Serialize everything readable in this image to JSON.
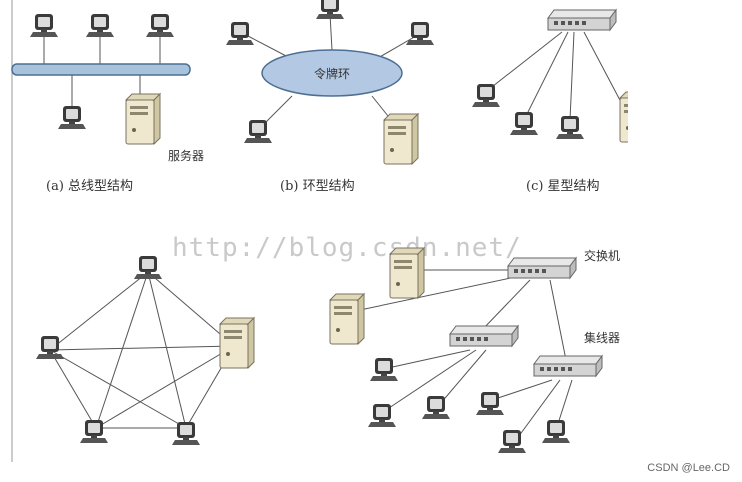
{
  "diagrams": {
    "bus": {
      "caption": "(a) 总线型结构",
      "server_label": "服务器"
    },
    "ring": {
      "caption": "(b) 环型结构",
      "ring_label": "令牌环"
    },
    "star": {
      "caption": "(c) 星型结构"
    },
    "tree": {
      "switch_label": "交换机",
      "hub_label": "集线器"
    }
  },
  "watermark": "http://blog.csdn.net/",
  "credit": "CSDN @Lee.CD",
  "icons": [
    "computer-icon",
    "server-icon",
    "switch-icon",
    "hub-icon"
  ],
  "colors": {
    "bus_bar": "#a9c2dc",
    "ring_fill": "#b3c8e3",
    "monitor": "#3a3a3a",
    "server": "#efe8cf"
  }
}
